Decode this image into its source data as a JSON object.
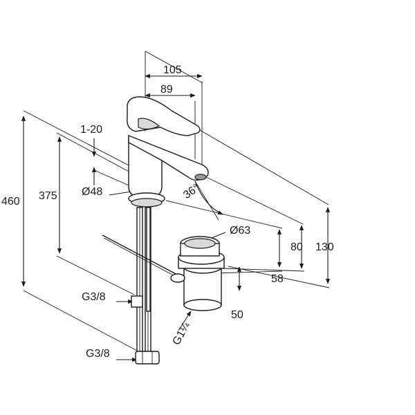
{
  "dimensions": {
    "d105": "105",
    "d89": "89",
    "d1_20": "1-20",
    "d460": "460",
    "d375": "375",
    "d48": "Ø48",
    "d36": "36°",
    "d63": "Ø63",
    "d80": "80",
    "d130": "130",
    "d58": "58",
    "d50": "50",
    "g38_top": "G3/8",
    "g38_bottom": "G3/8",
    "g114": "G1¼"
  }
}
